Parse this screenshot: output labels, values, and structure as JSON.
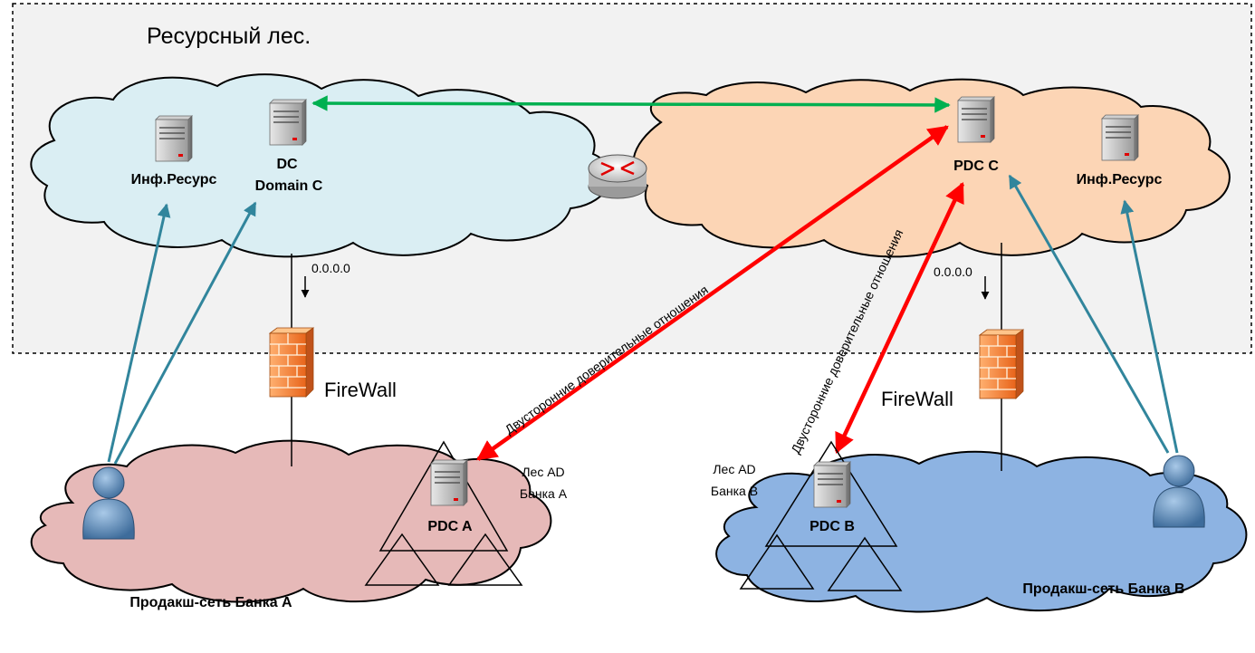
{
  "resource_forest": {
    "title": "Ресурсный лес."
  },
  "cloud_left": {
    "server_inf_label": "Инф.Ресурс",
    "dc_line1": "DC",
    "dc_line2": "Domain C",
    "route_label": "0.0.0.0"
  },
  "cloud_right": {
    "pdc_label": "PDC  C",
    "server_inf_label": "Инф.Ресурс",
    "route_label": "0.0.0.0"
  },
  "firewall_a": {
    "label": "FireWall"
  },
  "firewall_b": {
    "label": "FireWall"
  },
  "trust_a": {
    "label": "Двусторонние доверительные отношения"
  },
  "trust_b": {
    "label": "Двусторонние доверительные отношения"
  },
  "bank_a": {
    "forest_line1": "Лес AD",
    "forest_line2": "Банка A",
    "pdc_label": "PDC  A",
    "network_label": "Продакш-сеть Банка A"
  },
  "bank_b": {
    "forest_line1": "Лес AD",
    "forest_line2": "Банка B",
    "pdc_label": "PDC B",
    "network_label": "Продакш-сеть Банка B"
  },
  "colors": {
    "cloud_blue": "#daeef3",
    "cloud_peach": "#fcd5b5",
    "cloud_pink": "#e6b9b8",
    "cloud_bank_b": "#8db3e2",
    "trust_arrow": "#ff0000",
    "dc_link": "#00b050",
    "user_link": "#31859c"
  }
}
